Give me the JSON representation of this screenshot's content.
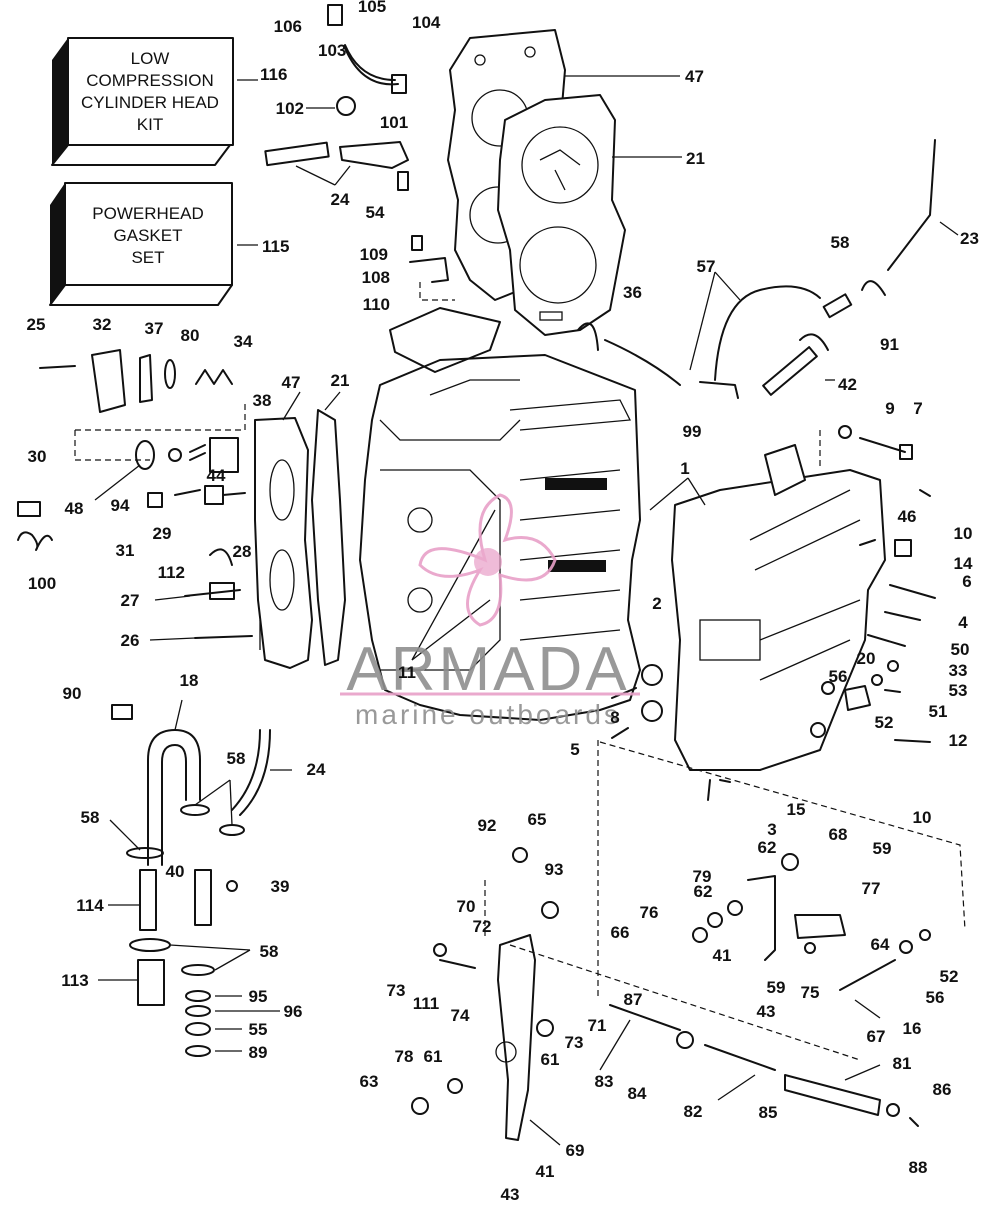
{
  "kits": {
    "low_compression": {
      "lines": [
        "LOW",
        "COMPRESSION",
        "CYLINDER HEAD",
        "KIT"
      ],
      "ref": "116"
    },
    "powerhead_gasket": {
      "lines": [
        "POWERHEAD",
        "GASKET",
        "SET"
      ],
      "ref": "115"
    }
  },
  "watermark": {
    "brand": "ARMADA",
    "tagline": "marine outboards",
    "color": "#e8a0c8"
  },
  "callouts": [
    "106",
    "105",
    "104",
    "103",
    "47",
    "116",
    "102",
    "101",
    "21",
    "24",
    "54",
    "109",
    "108",
    "110",
    "115",
    "36",
    "57",
    "58",
    "23",
    "91",
    "42",
    "99",
    "25",
    "32",
    "37",
    "80",
    "34",
    "38",
    "47",
    "21",
    "30",
    "48",
    "94",
    "44",
    "31",
    "29",
    "28",
    "112",
    "100",
    "27",
    "26",
    "9",
    "7",
    "1",
    "10",
    "46",
    "14",
    "6",
    "4",
    "2",
    "50",
    "20",
    "33",
    "53",
    "56",
    "51",
    "52",
    "12",
    "8",
    "5",
    "15",
    "10",
    "3",
    "11",
    "90",
    "18",
    "24",
    "58",
    "58",
    "40",
    "39",
    "114",
    "58",
    "113",
    "95",
    "96",
    "55",
    "89",
    "92",
    "65",
    "62",
    "68",
    "59",
    "93",
    "79",
    "77",
    "62",
    "76",
    "66",
    "70",
    "72",
    "64",
    "41",
    "52",
    "73",
    "111",
    "59",
    "75",
    "56",
    "74",
    "87",
    "43",
    "67",
    "16",
    "71",
    "61",
    "73",
    "61",
    "78",
    "63",
    "83",
    "84",
    "82",
    "81",
    "85",
    "86",
    "88",
    "69",
    "41",
    "43"
  ]
}
